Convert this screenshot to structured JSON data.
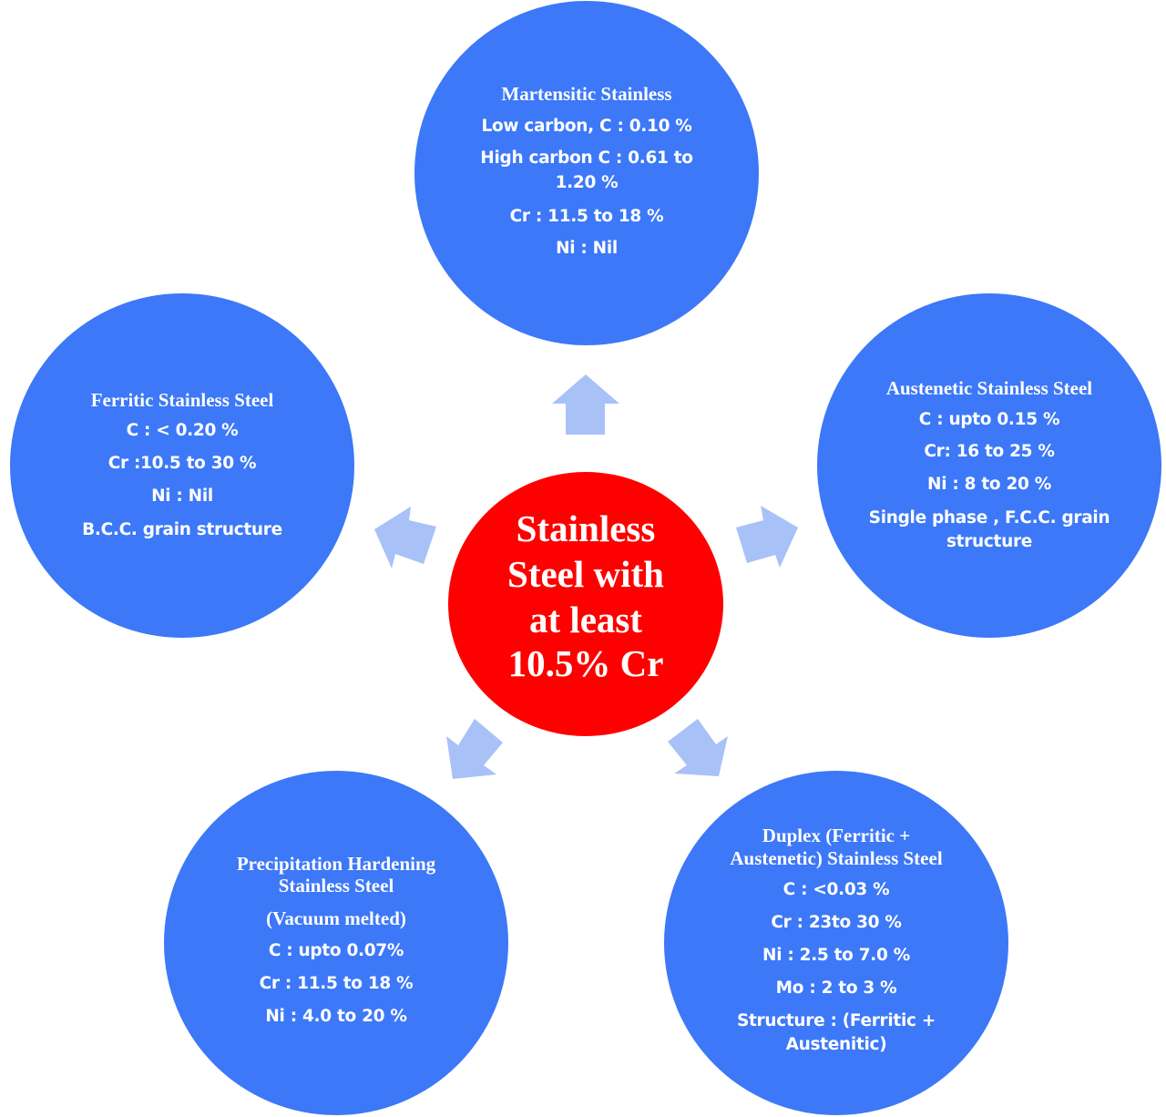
{
  "diagram": {
    "center": {
      "lines": [
        "Stainless",
        "Steel with",
        "at least",
        "10.5% Cr"
      ],
      "color": "#ff0000"
    },
    "node_color": "#3c78f8",
    "arrow_color": "#a8c2f8",
    "nodes": {
      "martensitic": {
        "title": [
          "Martensitic Stainless"
        ],
        "lines": [
          "Low carbon, C : 0.10 %",
          "High carbon C : 0.61 to",
          "1.20 %",
          "Cr : 11.5 to 18 %",
          "Ni : Nil"
        ]
      },
      "ferritic": {
        "title": [
          "Ferritic Stainless Steel"
        ],
        "lines": [
          "C : < 0.20 %",
          "Cr :10.5 to 30 %",
          "Ni : Nil",
          "B.C.C.  grain structure"
        ]
      },
      "austenetic": {
        "title": [
          "Austenetic Stainless Steel"
        ],
        "lines": [
          "C :  upto 0.15 %",
          "Cr:  16 to 25 %",
          "Ni :  8 to 20  %",
          "Single phase , F.C.C. grain",
          "structure"
        ]
      },
      "precipitation": {
        "title": [
          "Precipitation Hardening",
          "Stainless Steel",
          "(Vacuum melted)"
        ],
        "lines": [
          "C : upto 0.07%",
          "Cr : 11.5 to 18 %",
          "Ni : 4.0 to 20 %"
        ]
      },
      "duplex": {
        "title": [
          "Duplex (Ferritic +",
          "Austenetic) Stainless Steel"
        ],
        "lines": [
          "C : <0.03 %",
          "Cr : 23to 30 %",
          "Ni : 2.5 to 7.0 %",
          "Mo : 2 to 3 %",
          "Structure : (Ferritic +",
          "Austenitic)"
        ]
      }
    },
    "arrows": [
      "arrow-up",
      "arrow-left",
      "arrow-right",
      "arrow-down-left",
      "arrow-down-right"
    ]
  }
}
